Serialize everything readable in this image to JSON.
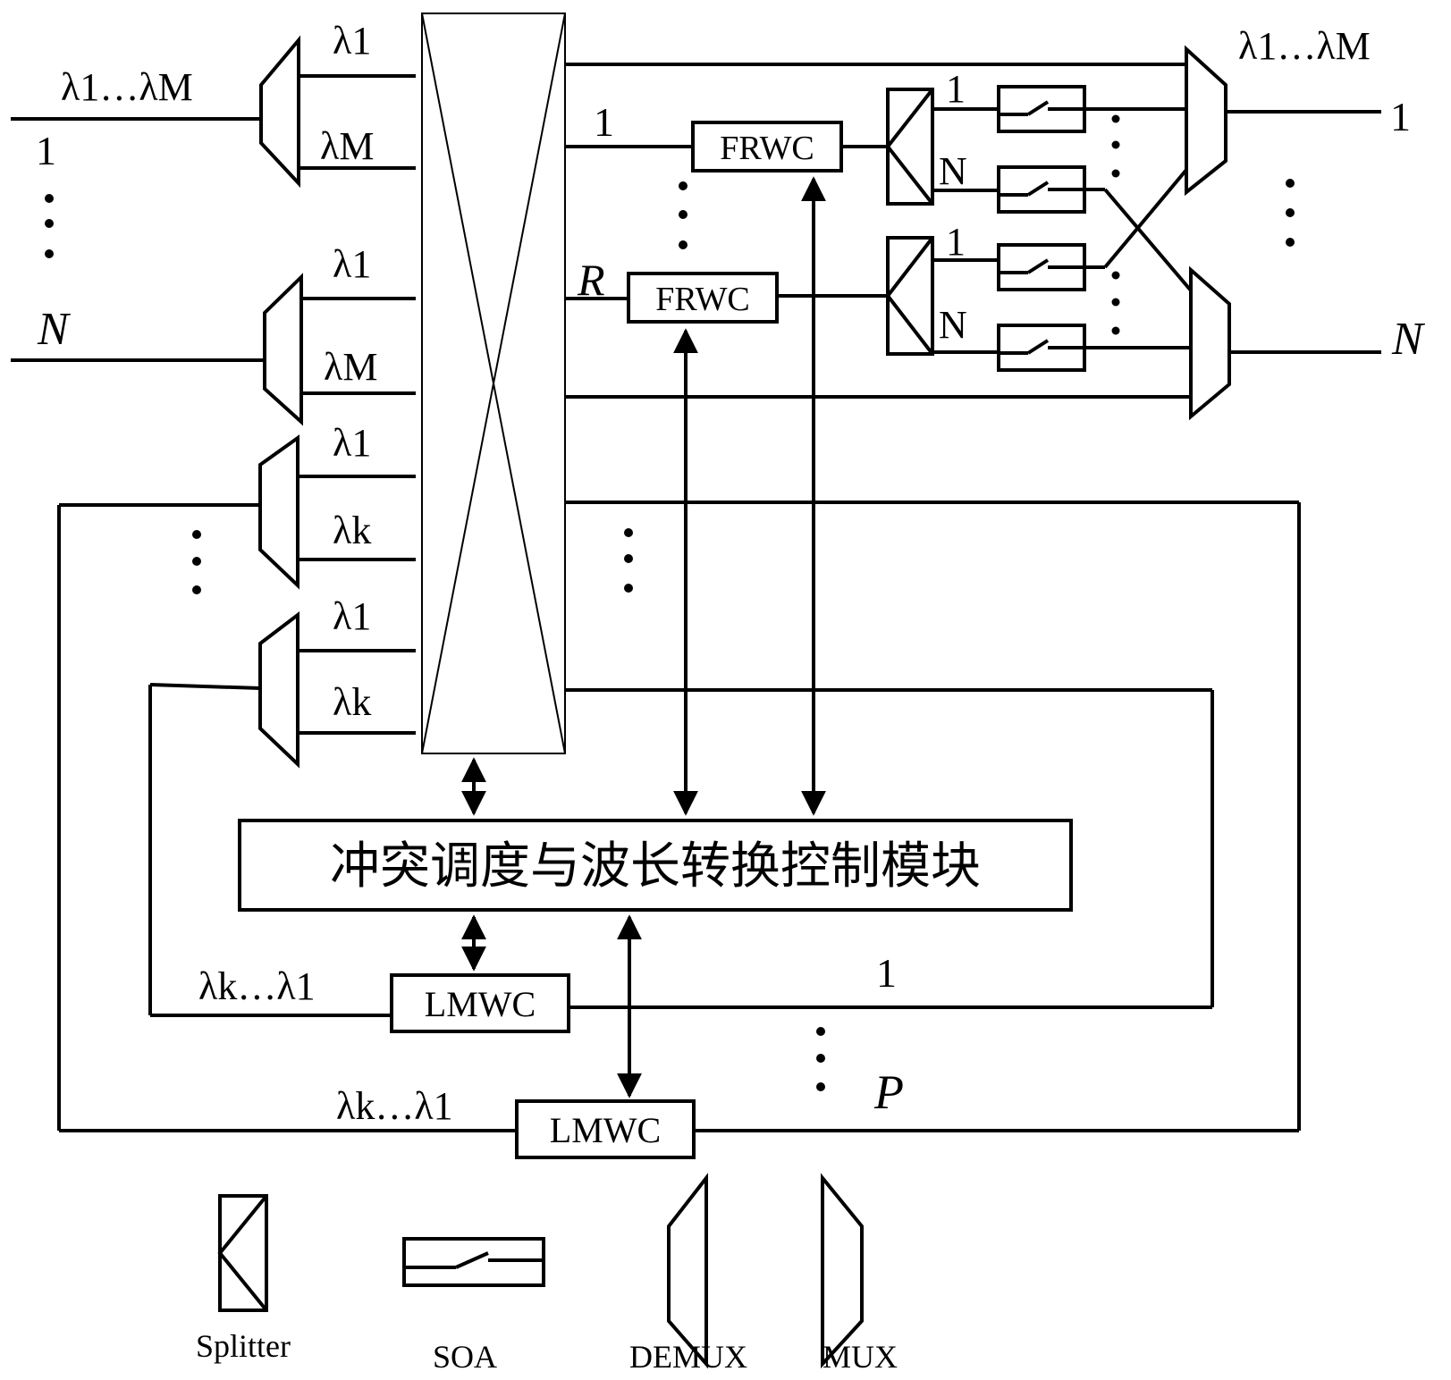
{
  "labels": {
    "in_range": "λ1…λM",
    "in_port_first": "1",
    "in_port_last": "N",
    "lambda_1": "λ1",
    "lambda_M": "λM",
    "lambda_k": "λk",
    "out_range": "λ1…λM",
    "out_port_first": "1",
    "out_port_last": "N",
    "fiber_first": "1",
    "fiber_last": "R",
    "split_first": "1",
    "split_last": "N",
    "loop_range": "λk…λ1",
    "loop_first": "1",
    "loop_last": "P"
  },
  "blocks": {
    "frwc": "FRWC",
    "lmwc": "LMWC",
    "controller": "冲突调度与波长转换控制模块"
  },
  "legend": {
    "splitter": "Splitter",
    "soa": "SOA",
    "demux": "DEMUX",
    "mux": "MUX"
  }
}
